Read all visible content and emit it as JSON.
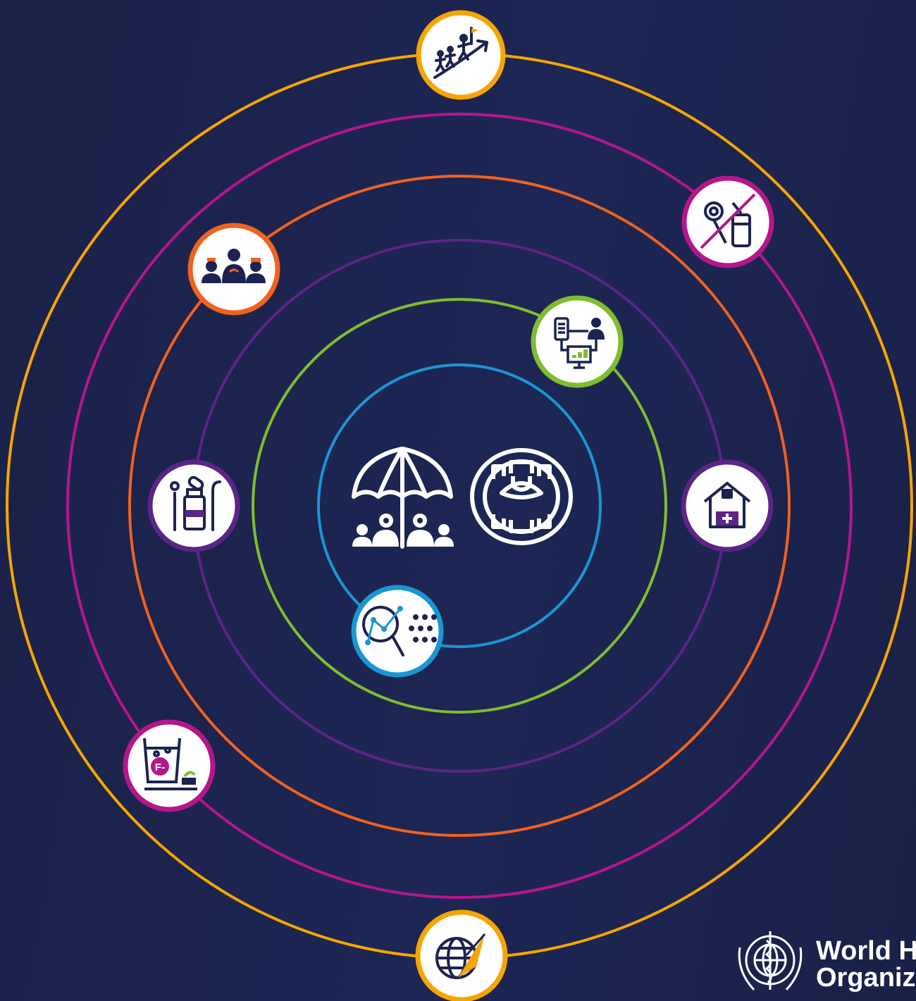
{
  "colors": {
    "background": "#1c2350",
    "ring_yellow": "#f6a500",
    "ring_magenta": "#b5168b",
    "ring_orange": "#f06220",
    "ring_purple": "#5b2586",
    "ring_green": "#7fbd2e",
    "ring_blue": "#1a96d4"
  },
  "rings": [
    {
      "name": "ring-outer-yellow",
      "color": "#f6a500"
    },
    {
      "name": "ring-magenta",
      "color": "#b5168b"
    },
    {
      "name": "ring-orange",
      "color": "#f06220"
    },
    {
      "name": "ring-purple",
      "color": "#5b2586"
    },
    {
      "name": "ring-green",
      "color": "#7fbd2e"
    },
    {
      "name": "ring-inner-blue",
      "color": "#1a96d4"
    }
  ],
  "nodes": [
    {
      "name": "leadership-climb-icon",
      "ring": "yellow"
    },
    {
      "name": "no-sugar-tobacco-icon",
      "ring": "magenta"
    },
    {
      "name": "health-workforce-icon",
      "ring": "orange"
    },
    {
      "name": "digital-health-icon",
      "ring": "green"
    },
    {
      "name": "medicines-tools-icon",
      "ring": "purple"
    },
    {
      "name": "primary-care-clinic-icon",
      "ring": "purple"
    },
    {
      "name": "surveillance-data-icon",
      "ring": "blue"
    },
    {
      "name": "fluoride-toothbrush-icon",
      "ring": "magenta"
    },
    {
      "name": "global-research-innovation-icon",
      "ring": "yellow"
    }
  ],
  "center": {
    "left_icon": "umbrella-people-icon",
    "right_icon": "open-mouth-icon"
  },
  "logo": {
    "line1": "World He",
    "line2": "Organizat",
    "emblem": "who-emblem-icon"
  },
  "fluoride_label": "F-"
}
